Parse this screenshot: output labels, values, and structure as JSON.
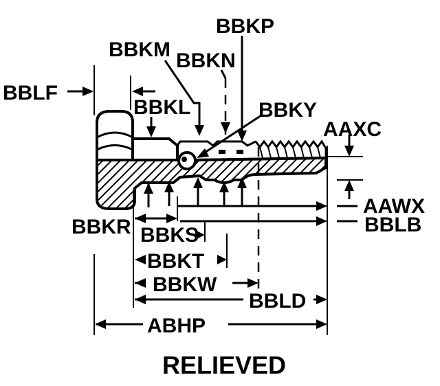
{
  "labels": {
    "bbkp": "BBKP",
    "bbkm": "BBKM",
    "bbkn": "BBKN",
    "bblf": "BBLF",
    "bbkl": "BBKL",
    "bbky": "BBKY",
    "aaxc": "AAXC",
    "aawx": "AAWX",
    "bblb": "BBLB",
    "bbkr": "BBKR",
    "bbks": "BBKS",
    "bbkt": "BBKT",
    "bbkw": "BBKW",
    "bbld": "BBLD",
    "abhp": "ABHP"
  },
  "caption": "RELIEVED"
}
